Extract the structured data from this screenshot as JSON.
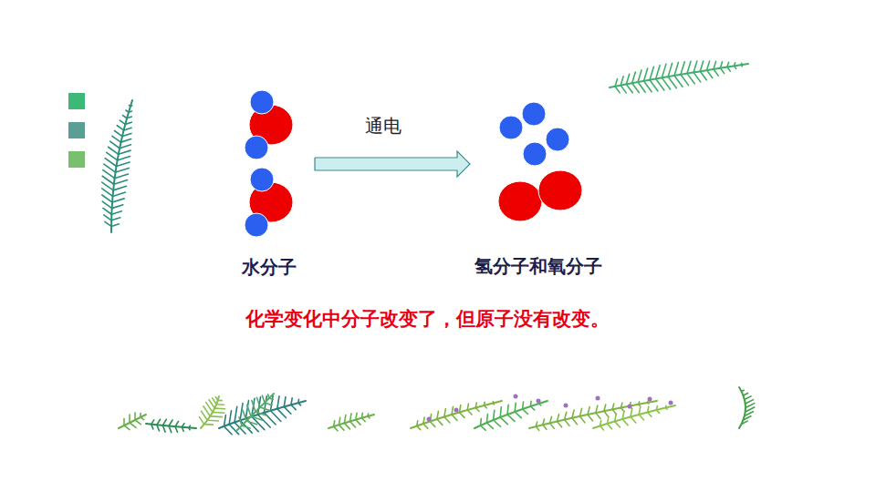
{
  "diagram": {
    "nodes": [
      {
        "text": [
          "水分子"
        ]
      },
      {
        "text": [
          "氢分子和氧分子"
        ]
      }
    ],
    "edges": [
      {
        "from": 0,
        "to": 1,
        "arrow": "to",
        "label": "通电"
      }
    ],
    "labels": [
      "化学变化中分子改变了，但原子没有改变。"
    ]
  }
}
